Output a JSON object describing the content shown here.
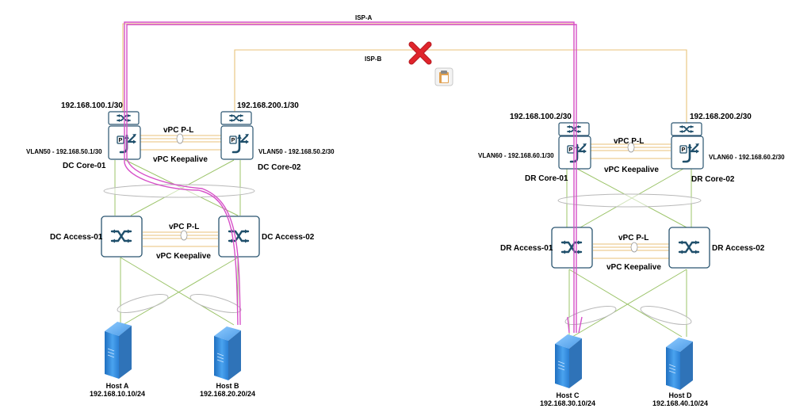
{
  "isp": {
    "a_label": "ISP-A",
    "b_label": "ISP-B"
  },
  "dc": {
    "core01": {
      "name": "DC Core-01",
      "wan_ip": "192.168.100.1/30",
      "vlan": "VLAN50 - 192.168.50.1/30"
    },
    "core02": {
      "name": "DC Core-02",
      "wan_ip": "192.168.200.1/30",
      "vlan": "VLAN50 - 192.168.50.2/30"
    },
    "core_vpc_pl": "vPC P-L",
    "core_keepalive": "vPC Keepalive",
    "access01": {
      "name": "DC Access-01"
    },
    "access02": {
      "name": "DC Access-02"
    },
    "access_vpc_pl": "vPC P-L",
    "access_keepalive": "vPC Keepalive",
    "host_a": {
      "name": "Host A",
      "ip": "192.168.10.10/24"
    },
    "host_b": {
      "name": "Host B",
      "ip": "192.168.20.20/24"
    }
  },
  "dr": {
    "core01": {
      "name": "DR Core-01",
      "wan_ip": "192.168.100.2/30",
      "vlan": "VLAN60 - 192.168.60.1/30"
    },
    "core02": {
      "name": "DR Core-02",
      "wan_ip": "192.168.200.2/30",
      "vlan": "VLAN60 - 192.168.60.2/30"
    },
    "core_vpc_pl": "vPC P-L",
    "core_keepalive": "vPC Keepalive",
    "access01": {
      "name": "DR Access-01"
    },
    "access02": {
      "name": "DR Access-02"
    },
    "access_vpc_pl": "vPC P-L",
    "access_keepalive": "vPC Keepalive",
    "host_c": {
      "name": "Host C",
      "ip": "192.168.30.10/24"
    },
    "host_d": {
      "name": "Host D",
      "ip": "192.168.40.10/24"
    }
  },
  "colors": {
    "wan_link": "#e8c27a",
    "access_link": "#9cc46a",
    "traffic_path": "#d64fc8",
    "failure_mark": "#e0242b",
    "device_stroke": "#2a5570",
    "device_icon": "#1f4f6b",
    "server_body": "#3f8fd8"
  },
  "icons": {
    "failure": "red-x-icon",
    "note": "clipboard-icon",
    "router": "router-icon",
    "switch": "switch-icon",
    "server": "server-icon"
  }
}
